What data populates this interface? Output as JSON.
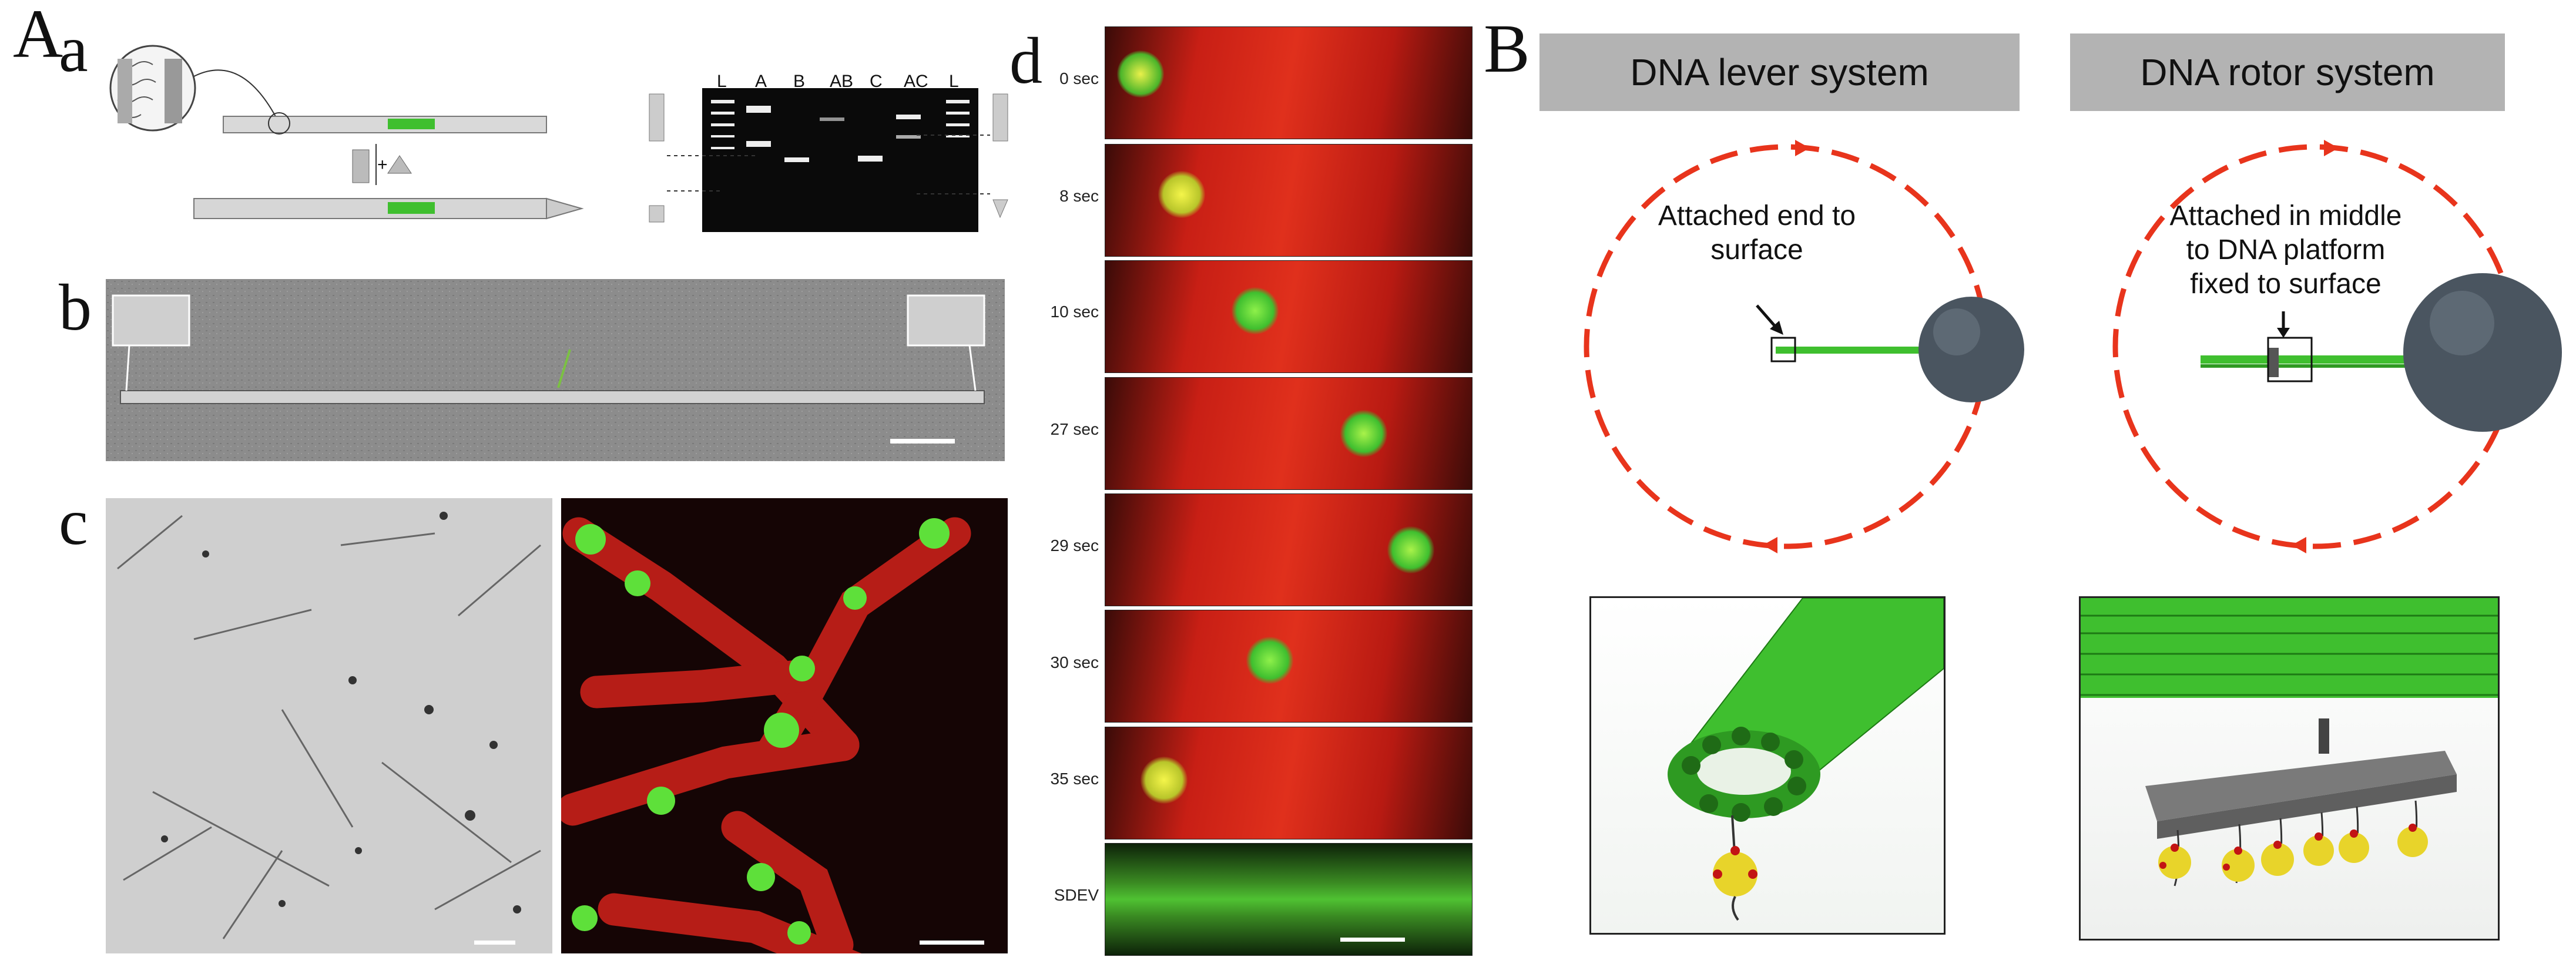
{
  "panel_labels": {
    "A": "A",
    "a": "a",
    "b": "b",
    "c": "c",
    "d": "d",
    "B": "B"
  },
  "gel": {
    "lanes": [
      "L",
      "A",
      "B",
      "AB",
      "C",
      "AC",
      "L"
    ]
  },
  "timepoints": [
    "0 sec",
    "8 sec",
    "10 sec",
    "27 sec",
    "29 sec",
    "30 sec",
    "35 sec",
    "SDEV"
  ],
  "lever": {
    "header": "DNA lever system",
    "annotation_line1": "Attached end to",
    "annotation_line2": "surface"
  },
  "rotor": {
    "header": "DNA rotor system",
    "annotation_line1": "Attached in middle",
    "annotation_line2": "to DNA platform",
    "annotation_line3": "fixed to surface"
  },
  "colors": {
    "red_circle": "#e8341c",
    "green_filament": "#3fbf2f",
    "gray_box": "#b3b3b3",
    "bead": "#4a5560",
    "yellow_bead": "#e8d42a"
  }
}
